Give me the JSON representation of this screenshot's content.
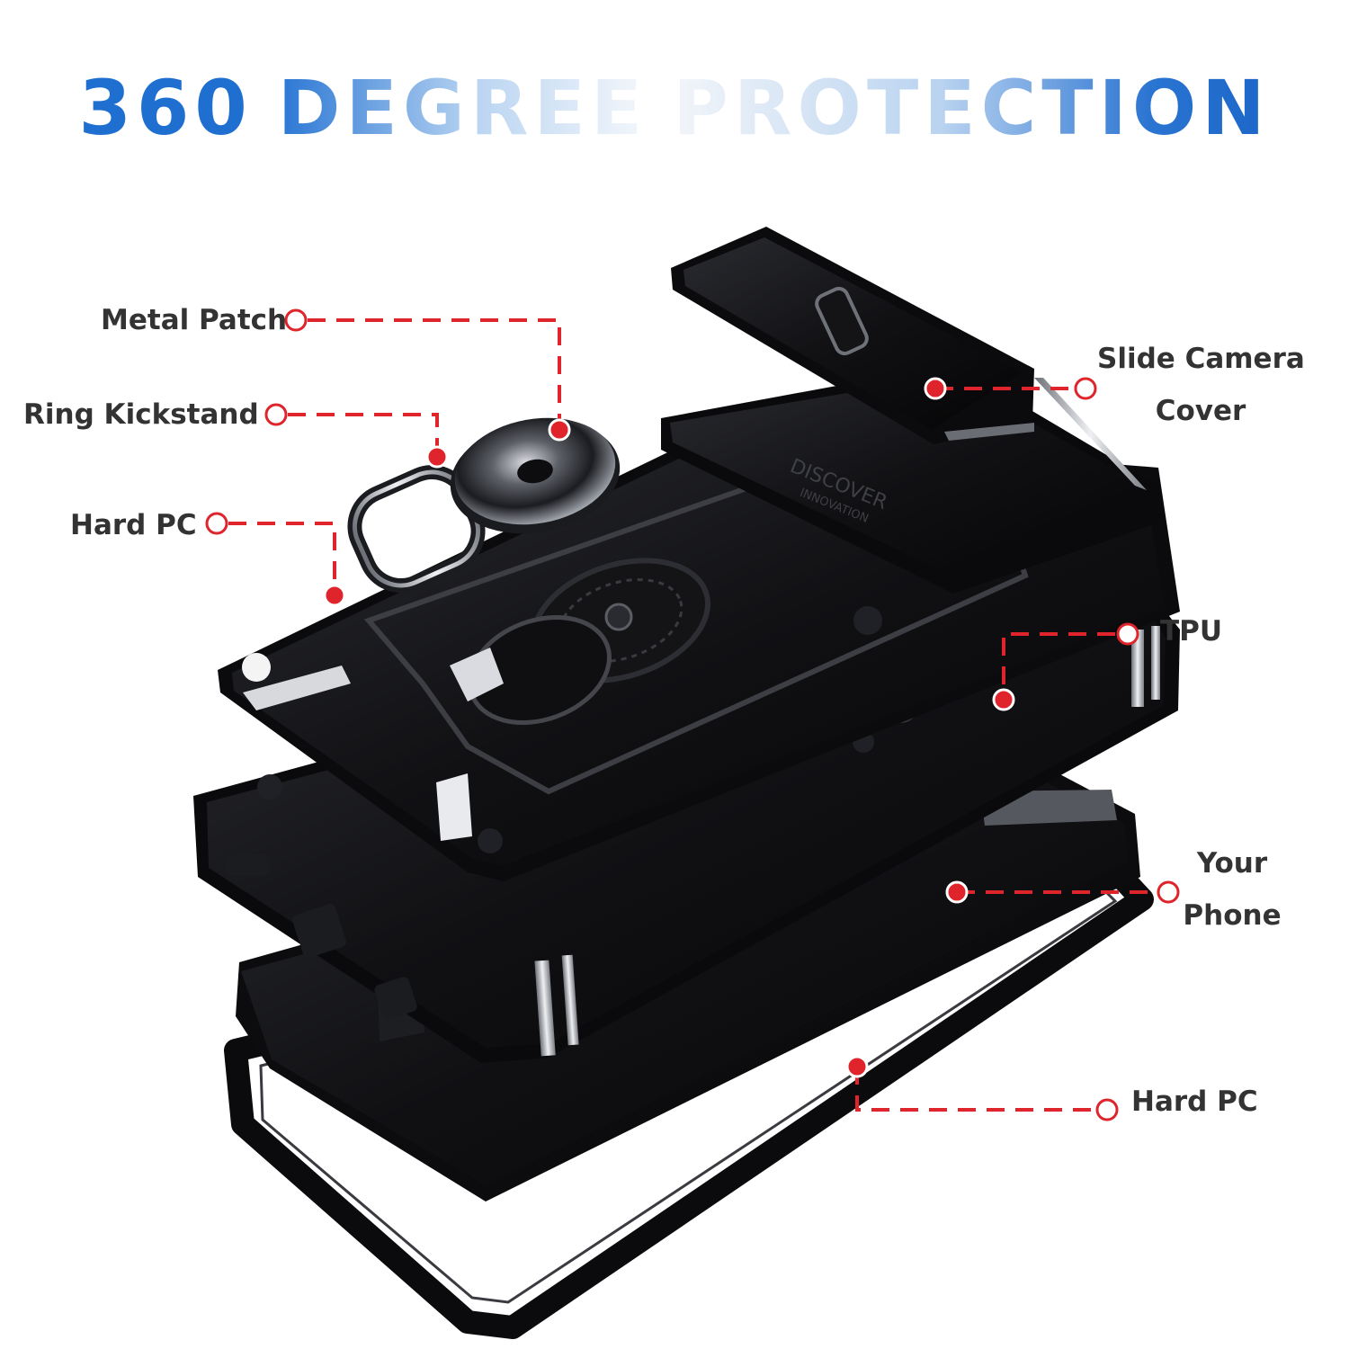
{
  "headline": {
    "word1": "360",
    "word2": "DEGREE",
    "word3": "PROTECTION"
  },
  "colors": {
    "headline_blue": "#1f6fd0",
    "callout_red": "#e0242c",
    "label_text": "#333333",
    "case_black": "#0b0b0d",
    "metal_silver": "#b8bcc4"
  },
  "product": {
    "engraving_line1": "DISCOVER",
    "engraving_line2": "INNOVATION"
  },
  "callouts": [
    {
      "id": "metal-patch",
      "label": "Metal Patch"
    },
    {
      "id": "ring-kickstand",
      "label": "Ring Kickstand"
    },
    {
      "id": "hard-pc-top",
      "label": "Hard PC"
    },
    {
      "id": "slide-camera-cover",
      "label_line1": "Slide Camera",
      "label_line2": "Cover"
    },
    {
      "id": "tpu",
      "label": "TPU"
    },
    {
      "id": "your-phone",
      "label_line1": "Your",
      "label_line2": "Phone"
    },
    {
      "id": "hard-pc-bottom",
      "label": "Hard PC"
    }
  ]
}
